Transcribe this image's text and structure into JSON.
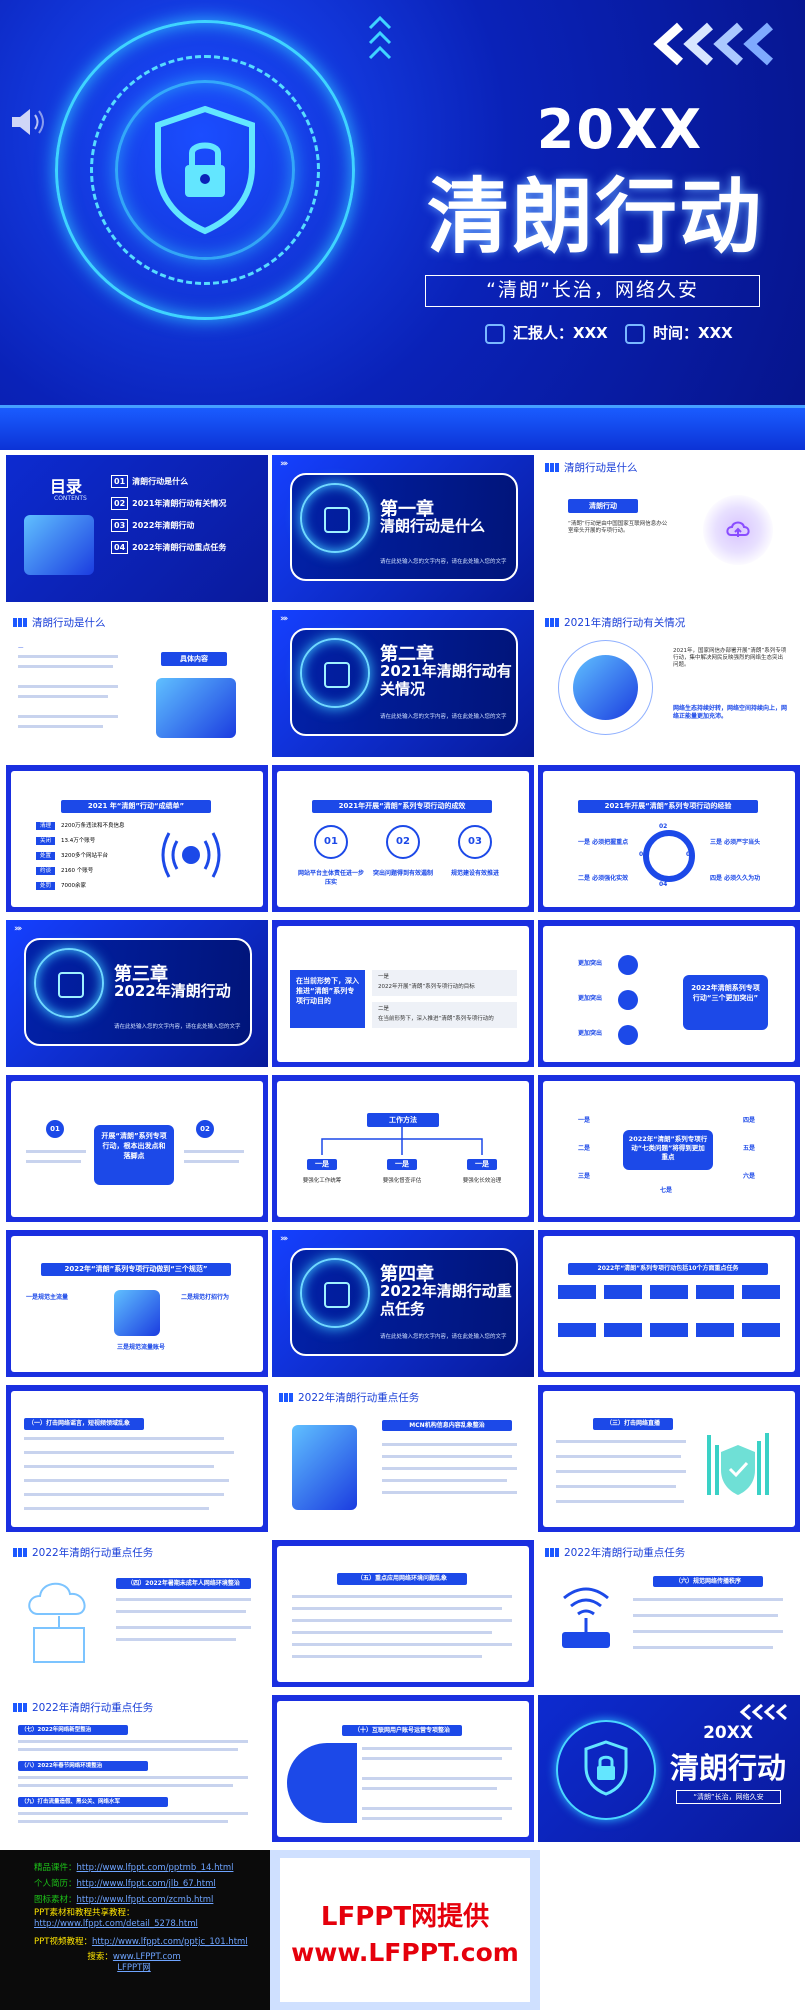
{
  "hero": {
    "year": "20XX",
    "title": "清朗行动",
    "subtitle": "“清朗”长治，网络久安",
    "reporter_label": "汇报人：XXX",
    "time_label": "时间：XXX"
  },
  "slides": {
    "toc": {
      "title": "目录",
      "subtitle": "CONTENTS",
      "items": [
        {
          "num": "01",
          "label": "清朗行动是什么"
        },
        {
          "num": "02",
          "label": "2021年清朗行动有关情况"
        },
        {
          "num": "03",
          "label": "2022年清朗行动"
        },
        {
          "num": "04",
          "label": "2022年清朗行动重点任务"
        }
      ]
    },
    "ch1": {
      "no": "第一章",
      "name": "清朗行动是什么",
      "desc": "请在此处输入您的文字内容，请在此处输入您的文字"
    },
    "ch2": {
      "no": "第二章",
      "name": "2021年清朗行动有关情况",
      "desc": "请在此处输入您的文字内容，请在此处输入您的文字"
    },
    "ch3": {
      "no": "第三章",
      "name": "2022年清朗行动",
      "desc": "请在此处输入您的文字内容，请在此处输入您的文字"
    },
    "ch4": {
      "no": "第四章",
      "name": "2022年清朗行动重点任务",
      "desc": "请在此处输入您的文字内容，请在此处输入您的文字"
    },
    "headers": {
      "what": "清朗行动是什么",
      "y2021": "2021年清朗行动有关情况",
      "y2022": "2022年清朗行动",
      "tasks": "2022年清朗行动重点任务"
    },
    "s3": {
      "pill": "清朗行动",
      "text": "“清朗”行动是由中国国家互联网信息办公室牵头开展的专项行动。"
    },
    "s4": {
      "pill": "具体内容"
    },
    "s6": {
      "text": "2021年，国家网信办部署开展“清朗”系列专项行动，集中解决网民反映强烈的网络生态突出问题。",
      "note": "网络生态持续好转，网络空间持续向上，网络正能量更加充沛。"
    },
    "s7": {
      "pill": "2021 年“清朗”行动“成绩单”",
      "rows": [
        "清理",
        "关闭",
        "处置",
        "约谈",
        "处罚"
      ],
      "texts": [
        "2200万条违法和不良信息",
        "13.4万个账号",
        "3200多个网站平台",
        "2160 个账号",
        "7000余家"
      ]
    },
    "s8": {
      "pill": "2021年开展“清朗”系列专项行动的成效",
      "circles": [
        "01",
        "02",
        "03"
      ],
      "labels": [
        "网站平台主体责任进一步压实",
        "突出问题得到有效遏制",
        "规范建设有效推进"
      ]
    },
    "s9": {
      "pill": "2021年开展“清朗”系列专项行动的经验",
      "items": [
        "一是 必须把握重点",
        "二是 必须强化实效",
        "三是 必须严字当头",
        "四是 必须久久为功"
      ],
      "nums": [
        "01",
        "02",
        "03",
        "04"
      ]
    },
    "s11": {
      "box": "在当前形势下，深入推进“清朗”系列专项行动目的",
      "one_t": "一是",
      "one": "2022年开展“清朗”系列专项行动的目标",
      "two_t": "二是",
      "two": "在当前形势下，深入推进“清朗”系列专项行动的"
    },
    "s12": {
      "box": "2022年清朗系列专项行动“三个更加突出”",
      "items": [
        "更加突出",
        "更加突出",
        "更加突出"
      ]
    },
    "s13": {
      "box": "开展“清朗”系列专项行动，根本出发点和落脚点",
      "n1": "01",
      "n2": "02"
    },
    "s14": {
      "pill": "工作方法",
      "labels": [
        "一是",
        "一是",
        "一是"
      ],
      "items": [
        "要强化工作统筹",
        "要强化督查评估",
        "要强化长效治理"
      ]
    },
    "s15": {
      "box": "2022年“清朗”系列专项行动“七类问题”将得到更加重点",
      "tags": [
        "一是",
        "二是",
        "三是",
        "四是",
        "五是",
        "六是",
        "七是"
      ]
    },
    "s16": {
      "pill": "2022年“清朗”系列专项行动做到“三个规范”",
      "items": [
        "一是规范主流量",
        "二是规范打招行为",
        "三是规范流量账号"
      ]
    },
    "s18": {
      "pill": "2022年“清朗”系列专项行动包括10个方面重点任务"
    },
    "s19": {
      "pill": "（一）打击网络谣言，短视频领域乱象"
    },
    "s20": {
      "pill": "MCN机构信息内容乱象整治"
    },
    "s21": {
      "pill": "（三）打击网络直播"
    },
    "s22": {
      "pill": "（四）2022年暑期未成年人网络环境整治"
    },
    "s23": {
      "pill": "（五）重点应用网络环境问题乱象"
    },
    "s24": {
      "pill": "（六）规范网络传播秩序"
    },
    "s25": {
      "lines": [
        "（七）2022年网络新型整治",
        "（八）2022年春节网络环境整治",
        "（九）打击流量造假、黑公关、网络水军"
      ]
    },
    "s26": {
      "pill": "（十）互联网用户账号运营专项整治"
    },
    "s27": {
      "year": "20XX",
      "title": "清朗行动",
      "subtitle": "“清朗”长治，网络久安"
    }
  },
  "footer": {
    "links": [
      {
        "k": "精品课件：",
        "u": "http://www.lfppt.com/pptmb_14.html"
      },
      {
        "k": "个人简历：",
        "u": "http://www.lfppt.com/jlb_67.html"
      },
      {
        "k": "图标素材：",
        "u": "http://www.lfppt.com/zcmb.html"
      }
    ],
    "tutorial_label": "PPT素材和教程共享教程：",
    "tutorial_url": "http://www.lfppt.com/detail_5278.html",
    "video_label": "PPT视频教程：",
    "video_url": "http://www.lfppt.com/pptjc_101.html",
    "search_label": "搜索：",
    "search_url": "www.LFPPT.com",
    "search_brand": "LFPPT网",
    "brand_line1": "LFPPT网提供",
    "brand_line2": "www.LFPPT.com"
  }
}
